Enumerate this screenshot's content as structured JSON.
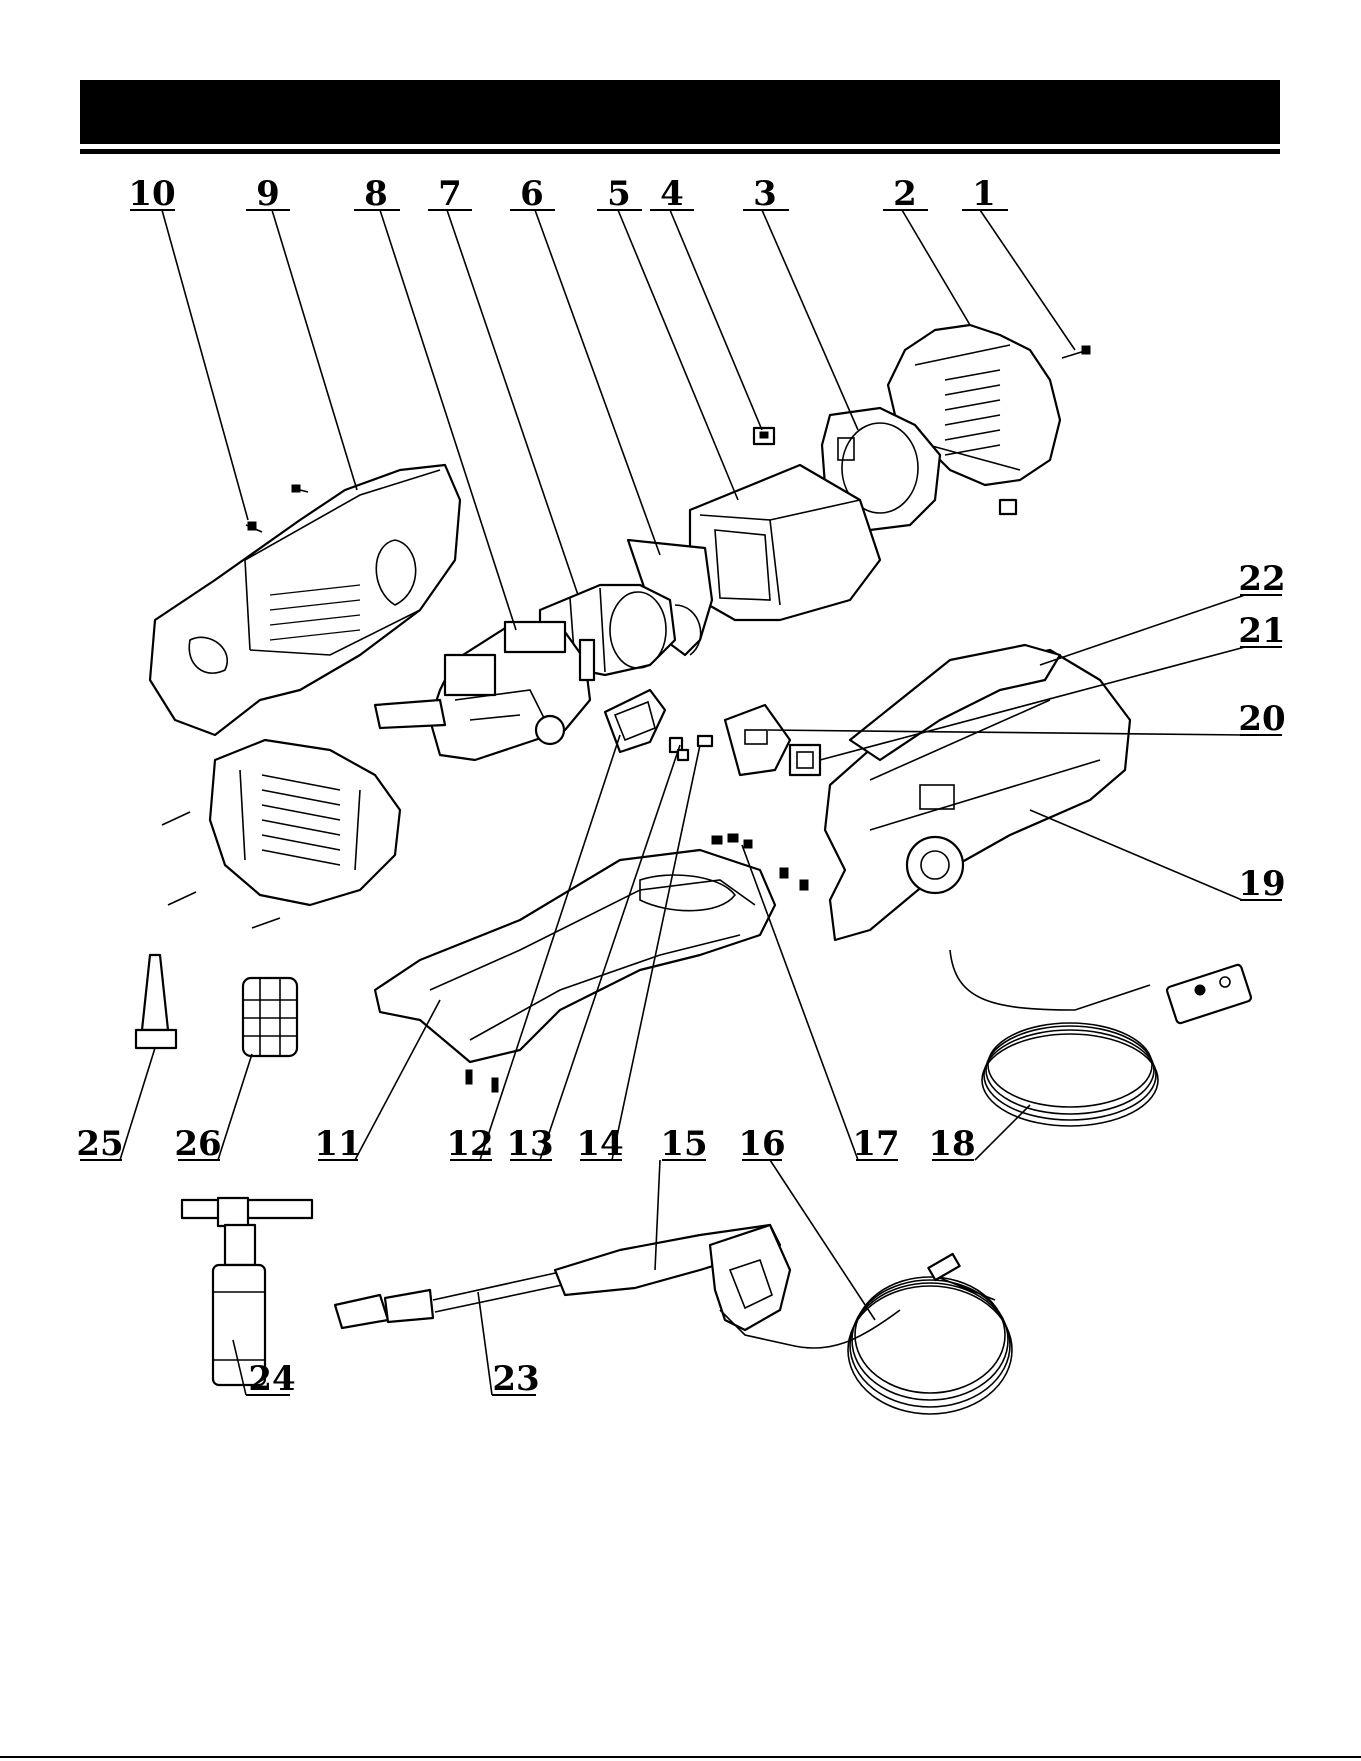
{
  "header": {
    "title": ""
  },
  "callouts": {
    "c1": "1",
    "c2": "2",
    "c3": "3",
    "c4": "4",
    "c5": "5",
    "c6": "6",
    "c7": "7",
    "c8": "8",
    "c9": "9",
    "c10": "10",
    "c11": "11",
    "c12": "12",
    "c13": "13",
    "c14": "14",
    "c15": "15",
    "c16": "16",
    "c17": "17",
    "c18": "18",
    "c19": "19",
    "c20": "20",
    "c21": "21",
    "c22": "22",
    "c23": "23",
    "c24": "24",
    "c25": "25",
    "c26": "26"
  }
}
